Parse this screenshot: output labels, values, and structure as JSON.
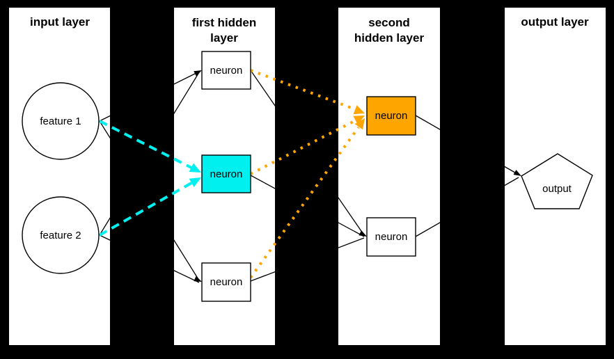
{
  "colors": {
    "background": "#000000",
    "panel": "#ffffff",
    "edge": "#000000",
    "cyan_highlight": "#00F0F0",
    "orange_highlight": "#FFA500"
  },
  "layers": [
    {
      "name": "input layer",
      "title_lines": [
        "input layer"
      ]
    },
    {
      "name": "first hidden layer",
      "title_lines": [
        "first hidden",
        "layer"
      ]
    },
    {
      "name": "second hidden layer",
      "title_lines": [
        "second",
        "hidden layer"
      ]
    },
    {
      "name": "output layer",
      "title_lines": [
        "output layer"
      ]
    }
  ],
  "nodes": {
    "feature1": {
      "label": "feature 1",
      "shape": "circle"
    },
    "feature2": {
      "label": "feature 2",
      "shape": "circle"
    },
    "h1_top": {
      "label": "neuron",
      "shape": "rect",
      "highlight": "none"
    },
    "h1_mid": {
      "label": "neuron",
      "shape": "rect",
      "highlight": "cyan"
    },
    "h1_bottom": {
      "label": "neuron",
      "shape": "rect",
      "highlight": "none"
    },
    "h2_top": {
      "label": "neuron",
      "shape": "rect",
      "highlight": "orange"
    },
    "h2_bottom": {
      "label": "neuron",
      "shape": "rect",
      "highlight": "none"
    },
    "output": {
      "label": "output",
      "shape": "pentagon"
    }
  },
  "edges": [
    {
      "from": "feature 1",
      "to": "first hidden neuron (top)",
      "style": "black-solid-arrow"
    },
    {
      "from": "feature 1",
      "to": "first hidden neuron (cyan)",
      "style": "cyan-dashed-arrow"
    },
    {
      "from": "feature 1",
      "to": "first hidden neuron (bottom)",
      "style": "black-solid-arrow"
    },
    {
      "from": "feature 2",
      "to": "first hidden neuron (top)",
      "style": "black-solid-arrow"
    },
    {
      "from": "feature 2",
      "to": "first hidden neuron (cyan)",
      "style": "cyan-dashed-arrow"
    },
    {
      "from": "feature 2",
      "to": "first hidden neuron (bottom)",
      "style": "black-solid-arrow"
    },
    {
      "from": "first hidden neuron (top)",
      "to": "second hidden neuron (orange)",
      "style": "orange-dotted-arrow"
    },
    {
      "from": "first hidden neuron (top)",
      "to": "second hidden neuron (bottom)",
      "style": "black-solid-arrow"
    },
    {
      "from": "first hidden neuron (cyan)",
      "to": "second hidden neuron (orange)",
      "style": "orange-dotted-arrow"
    },
    {
      "from": "first hidden neuron (cyan)",
      "to": "second hidden neuron (bottom)",
      "style": "black-solid-arrow"
    },
    {
      "from": "first hidden neuron (bottom)",
      "to": "second hidden neuron (orange)",
      "style": "orange-dotted-arrow"
    },
    {
      "from": "first hidden neuron (bottom)",
      "to": "second hidden neuron (bottom)",
      "style": "black-solid-arrow"
    },
    {
      "from": "second hidden neuron (orange)",
      "to": "output",
      "style": "black-solid-arrow"
    },
    {
      "from": "second hidden neuron (bottom)",
      "to": "output",
      "style": "black-solid-arrow"
    }
  ]
}
